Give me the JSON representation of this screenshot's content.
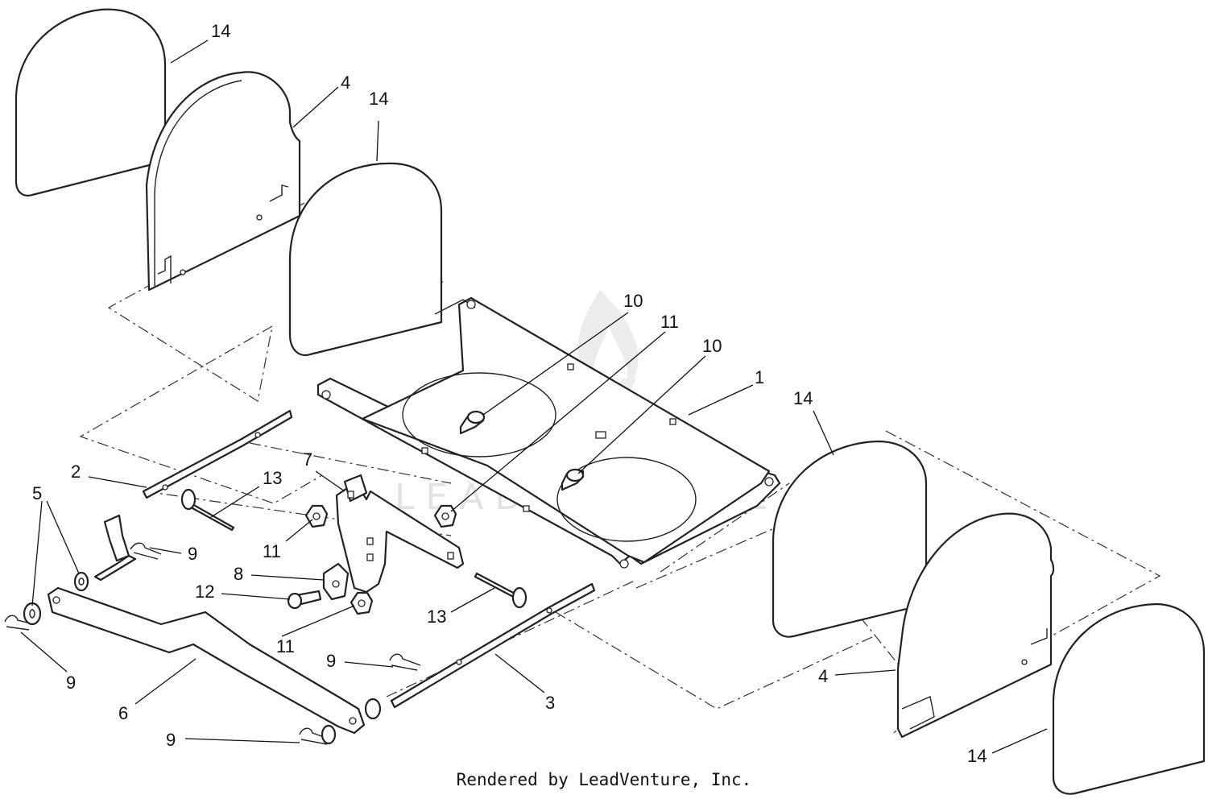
{
  "watermark": {
    "text": "LEADVENTURE"
  },
  "callouts": {
    "c1": "1",
    "c2": "2",
    "c3": "3",
    "c4a": "4",
    "c4b": "4",
    "c5": "5",
    "c6": "6",
    "c7": "7",
    "c8": "8",
    "c9a": "9",
    "c9b": "9",
    "c9c": "9",
    "c9d": "9",
    "c10a": "10",
    "c10b": "10",
    "c11a": "11",
    "c11b": "11",
    "c11c": "11",
    "c12": "12",
    "c13a": "13",
    "c13b": "13",
    "c14a": "14",
    "c14b": "14",
    "c14c": "14",
    "c14d": "14"
  },
  "footer": {
    "credit": "Rendered by LeadVenture, Inc."
  }
}
